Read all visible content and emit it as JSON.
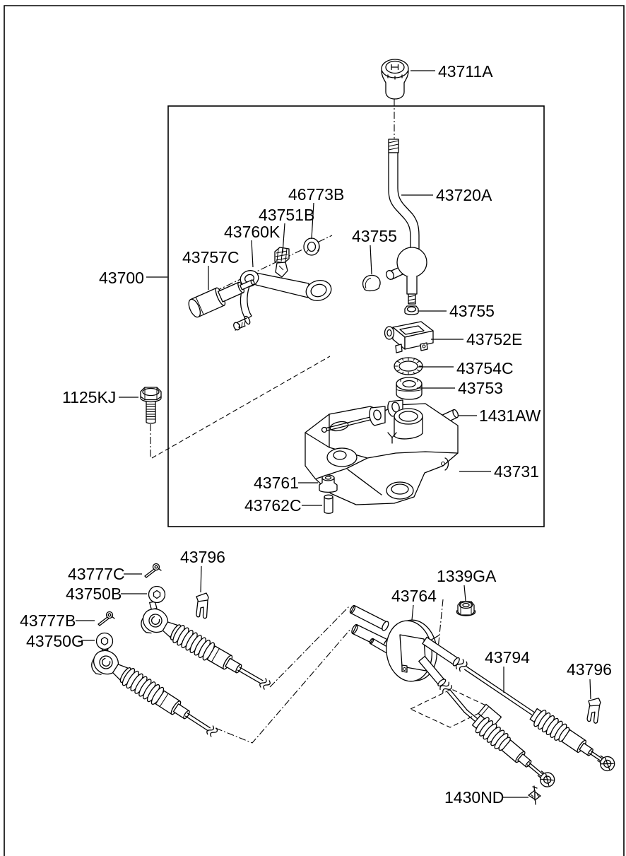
{
  "page": {
    "background": "#ffffff",
    "line_color": "#000000",
    "label_color": "#000000"
  },
  "labels": [
    {
      "part": "43711A",
      "text": "43711A"
    },
    {
      "part": "43720A",
      "text": "43720A"
    },
    {
      "part": "46773B",
      "text": "46773B"
    },
    {
      "part": "43751B",
      "text": "43751B"
    },
    {
      "part": "43760K",
      "text": "43760K"
    },
    {
      "part": "43757C",
      "text": "43757C"
    },
    {
      "part": "43700",
      "text": "43700"
    },
    {
      "part": "43755",
      "text": "43755"
    },
    {
      "part": "43755",
      "text": "43755"
    },
    {
      "part": "43752E",
      "text": "43752E"
    },
    {
      "part": "43754C",
      "text": "43754C"
    },
    {
      "part": "43753",
      "text": "43753"
    },
    {
      "part": "1431AW",
      "text": "1431AW"
    },
    {
      "part": "43731",
      "text": "43731"
    },
    {
      "part": "1125KJ",
      "text": "1125KJ"
    },
    {
      "part": "43761",
      "text": "43761"
    },
    {
      "part": "43762C",
      "text": "43762C"
    },
    {
      "part": "43796",
      "text": "43796"
    },
    {
      "part": "43777C",
      "text": "43777C"
    },
    {
      "part": "43750B",
      "text": "43750B"
    },
    {
      "part": "43777B",
      "text": "43777B"
    },
    {
      "part": "43750G",
      "text": "43750G"
    },
    {
      "part": "1339GA",
      "text": "1339GA"
    },
    {
      "part": "43764",
      "text": "43764"
    },
    {
      "part": "43794",
      "text": "43794"
    },
    {
      "part": "43796",
      "text": "43796"
    },
    {
      "part": "1430ND",
      "text": "1430ND"
    }
  ]
}
